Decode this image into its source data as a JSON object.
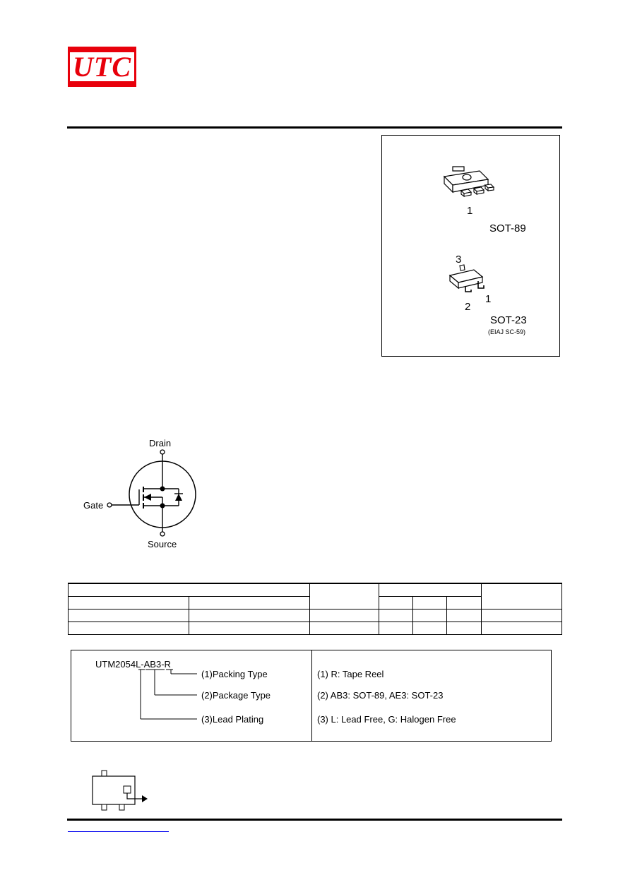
{
  "header": {
    "logo_text": "UTC"
  },
  "packages": {
    "sot89": {
      "pin_label": "1",
      "name": "SOT-89"
    },
    "sot23": {
      "pin3_label": "3",
      "pin2_label": "2",
      "pin1_label": "1",
      "name": "SOT-23",
      "note": "(EIAJ SC-59)"
    }
  },
  "symbol": {
    "drain_label": "Drain",
    "gate_label": "Gate",
    "source_label": "Source"
  },
  "ordering_table": {
    "rows": 4
  },
  "marking": {
    "part_number": "UTM2054L-AB3-R",
    "legend": [
      {
        "label": "(1)Packing Type",
        "desc": "(1) R: Tape Reel"
      },
      {
        "label": "(2)Package Type",
        "desc": "(2) AB3: SOT-89, AE3: SOT-23"
      },
      {
        "label": "(3)Lead Plating",
        "desc": "(3) L: Lead Free, G: Halogen Free"
      }
    ]
  },
  "colors": {
    "brand_red": "#e8000b",
    "link_blue": "#0000ee"
  }
}
